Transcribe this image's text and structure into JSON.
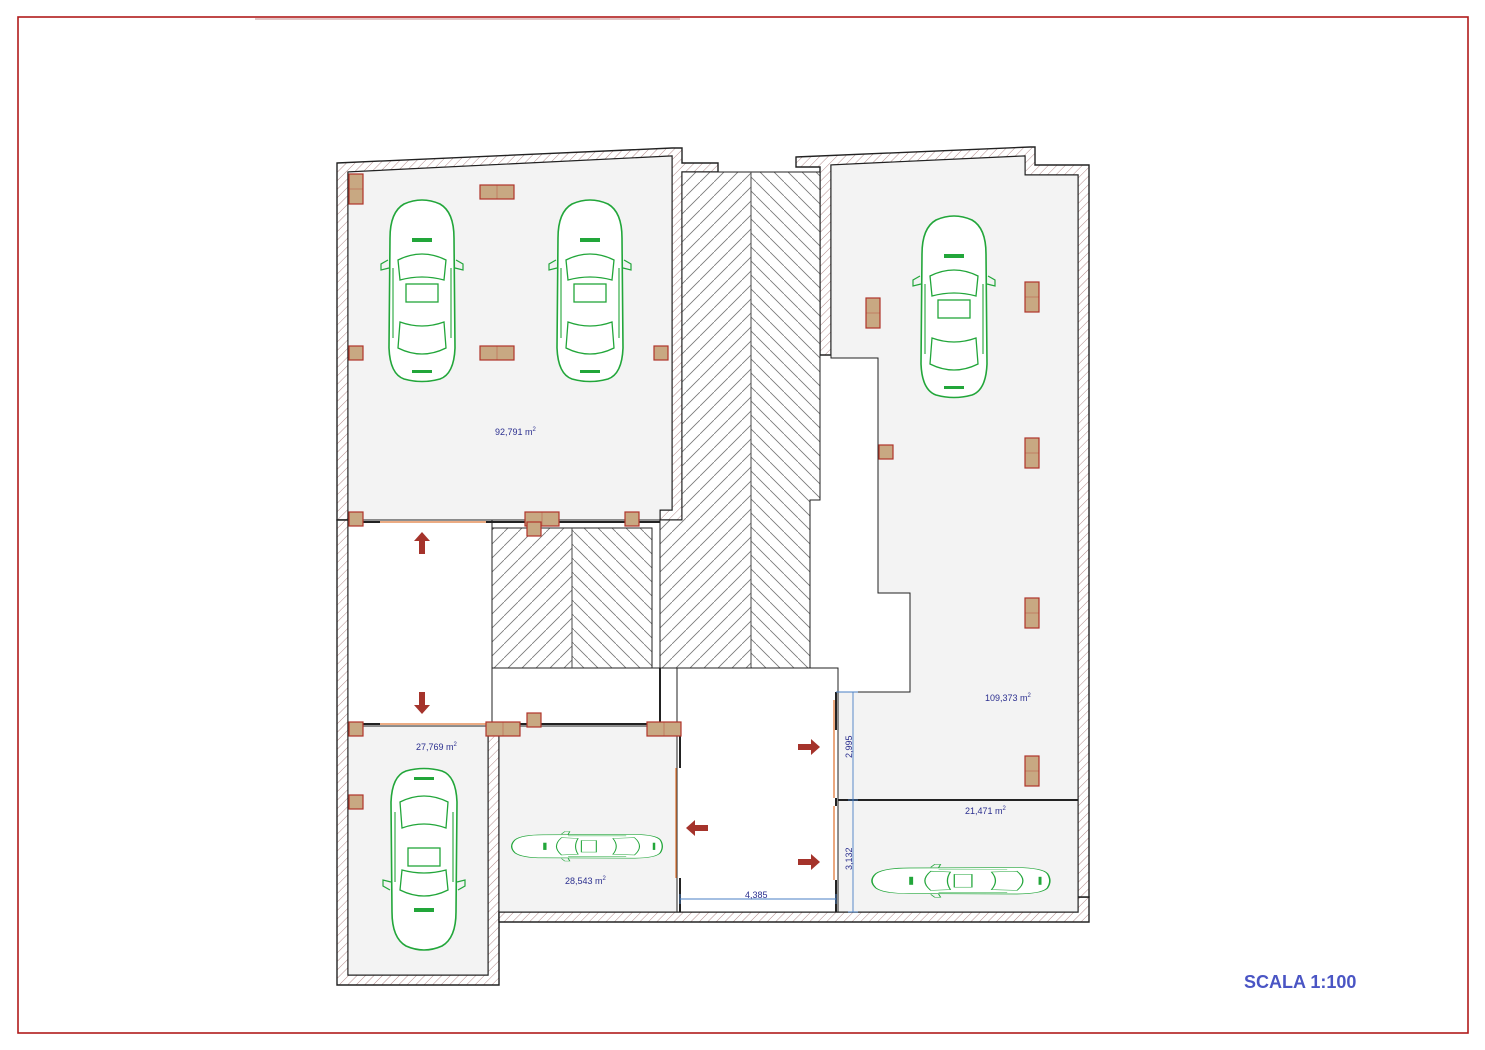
{
  "plan": {
    "scale": "SCALA 1:100",
    "areas": [
      {
        "id": "area-garage-north-west",
        "label": "92,791 m"
      },
      {
        "id": "area-garage-east",
        "label": "109,373 m"
      },
      {
        "id": "area-garage-south-west",
        "label": "27,769 m"
      },
      {
        "id": "area-garage-south-center",
        "label": "28,543 m"
      },
      {
        "id": "area-garage-south-east",
        "label": "21,471 m"
      }
    ],
    "area_unit_superscript": "2",
    "dimensions": [
      {
        "id": "dim-width",
        "label": "4,385"
      },
      {
        "id": "dim-upper",
        "label": "2,995"
      },
      {
        "id": "dim-lower",
        "label": "3,132"
      }
    ],
    "colors": {
      "frame": "#b01b1b",
      "wall": "#222222",
      "floor": "#f3f3f3",
      "car": "#22a63a",
      "pillar": "#c8a882",
      "pillar_edge": "#b0342a",
      "arrow": "#a5332b",
      "dimension": "#4a7fc4",
      "label": "#2b2f8f"
    },
    "icons": [
      "car-icon",
      "arrow-up-icon",
      "arrow-down-icon",
      "arrow-left-icon",
      "arrow-right-icon",
      "pillar-icon",
      "ramp-hatch-icon"
    ]
  }
}
